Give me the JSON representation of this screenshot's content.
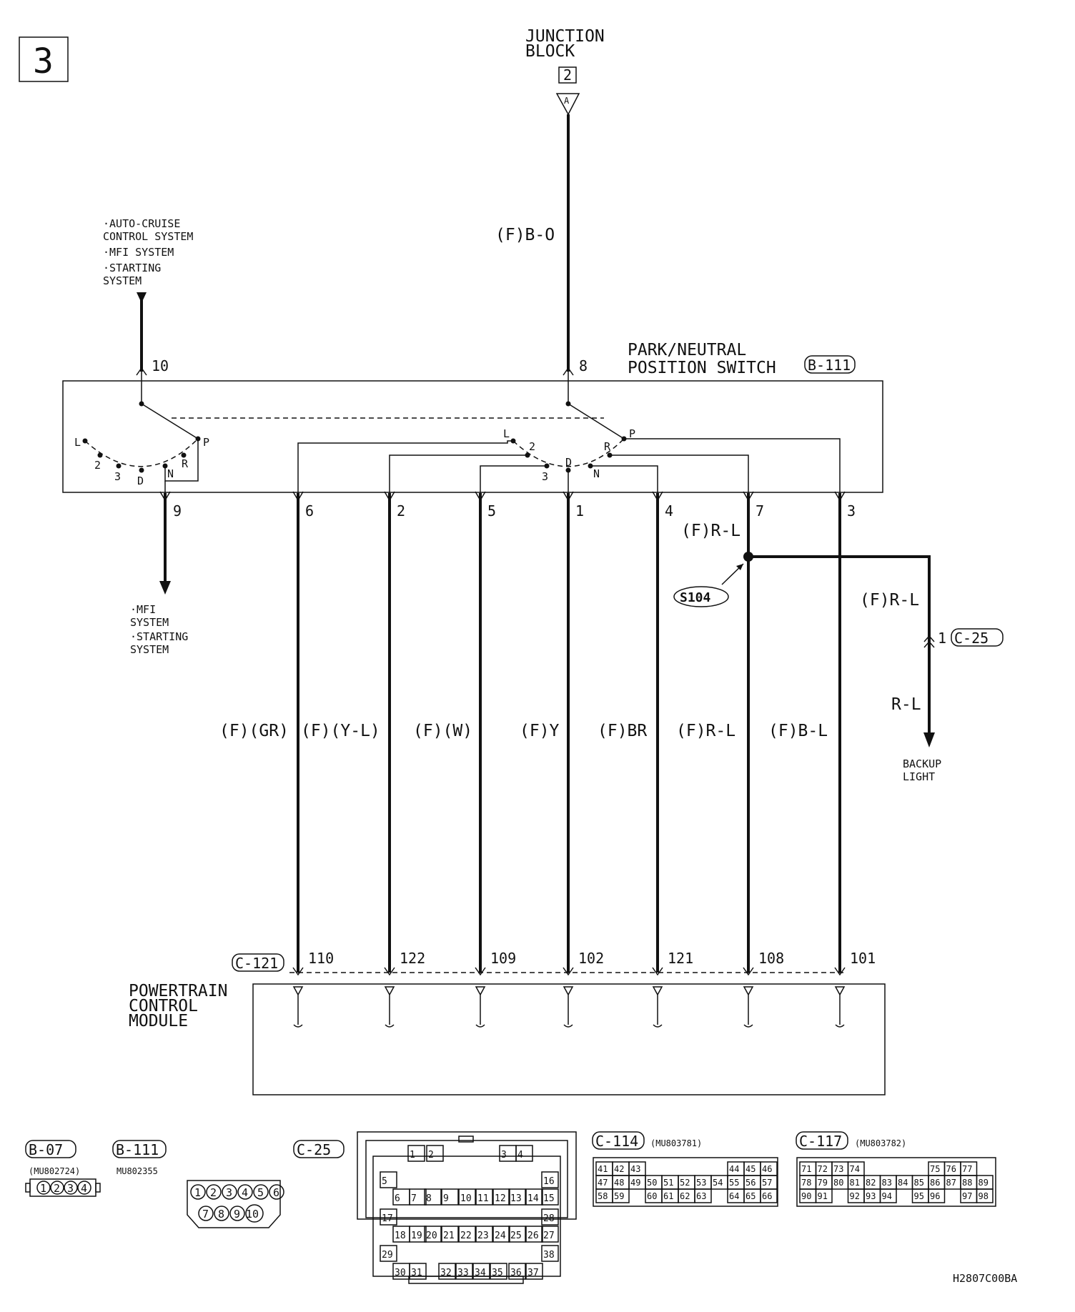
{
  "page_number": "3",
  "junction_block": {
    "title_line1": "JUNCTION",
    "title_line2": "BLOCK",
    "number": "2",
    "terminal": "A",
    "wire": "(F)B-O"
  },
  "top_left_feed": {
    "lines": [
      "·AUTO-CRUISE",
      " CONTROL SYSTEM",
      "·MFI SYSTEM",
      "·STARTING",
      " SYSTEM"
    ]
  },
  "switch": {
    "title_line1": "PARK/NEUTRAL",
    "title_line2": "POSITION SWITCH",
    "connector": "B-111",
    "left_positions": [
      "L",
      "2",
      "3",
      "D",
      "N",
      "R",
      "P"
    ],
    "right_positions": [
      "L",
      "2",
      "3",
      "D",
      "N",
      "R",
      "P"
    ]
  },
  "terminals": {
    "top_left": "10",
    "top_right": "8",
    "bottom_left": "9"
  },
  "bottom_left_feed": {
    "lines": [
      "·MFI",
      " SYSTEM",
      "·STARTING",
      " SYSTEM"
    ]
  },
  "wires": [
    {
      "pin": "6",
      "color": "(F)(GR)",
      "pcm_pin": "110"
    },
    {
      "pin": "2",
      "color": "(F)(Y-L)",
      "pcm_pin": "122"
    },
    {
      "pin": "5",
      "color": "(F)(W)",
      "pcm_pin": "109"
    },
    {
      "pin": "1",
      "color": "(F)Y",
      "pcm_pin": "102"
    },
    {
      "pin": "4",
      "color": "(F)BR",
      "pcm_pin": "121"
    },
    {
      "pin": "7",
      "color": "(F)R-L",
      "pcm_pin": "108"
    },
    {
      "pin": "3",
      "color": "(F)B-L",
      "pcm_pin": "101"
    }
  ],
  "splice": {
    "id": "S104",
    "upper_wire": "(F)R-L",
    "branch_wire": "(F)R-L",
    "branch_pin": "1",
    "branch_connector": "C-25",
    "lower_wire": "R-L",
    "destination_line1": "BACKUP",
    "destination_line2": "LIGHT"
  },
  "pcm": {
    "connector": "C-121",
    "name_lines": [
      "POWERTRAIN",
      "CONTROL",
      "MODULE"
    ]
  },
  "connectors": {
    "b07": {
      "id": "B-07",
      "part": "(MU802724)",
      "pins": [
        "1",
        "2",
        "3",
        "4"
      ]
    },
    "b111": {
      "id": "B-111",
      "part": "MU802355",
      "pins_top": [
        "1",
        "2",
        "3",
        "4",
        "5",
        "6"
      ],
      "pins_bottom": [
        "7",
        "8",
        "9",
        "10"
      ]
    },
    "c25": {
      "id": "C-25",
      "rows": [
        [
          "1",
          "2",
          "3",
          "4"
        ],
        [
          "5",
          "16"
        ],
        [
          "6",
          "7",
          "8",
          "9",
          "10",
          "11",
          "12",
          "13",
          "14",
          "15"
        ],
        [
          "17",
          "28"
        ],
        [
          "18",
          "19",
          "20",
          "21",
          "22",
          "23",
          "24",
          "25",
          "26",
          "27"
        ],
        [
          "29",
          "38"
        ],
        [
          "30",
          "31",
          "32",
          "33",
          "34",
          "35",
          "36",
          "37"
        ]
      ]
    },
    "c114": {
      "id": "C-114",
      "part": "(MU803781)",
      "rows": [
        [
          "41",
          "42",
          "43",
          "",
          "",
          "",
          "",
          "",
          "44",
          "45",
          "46"
        ],
        [
          "47",
          "48",
          "49",
          "50",
          "51",
          "52",
          "53",
          "54",
          "55",
          "56",
          "57"
        ],
        [
          "58",
          "59",
          "",
          "60",
          "61",
          "62",
          "63",
          "",
          "64",
          "65",
          "66"
        ]
      ]
    },
    "c117": {
      "id": "C-117",
      "part": "(MU803782)",
      "rows": [
        [
          "71",
          "72",
          "73",
          "74",
          "",
          "",
          "",
          "",
          "75",
          "76",
          "77"
        ],
        [
          "78",
          "79",
          "80",
          "81",
          "82",
          "83",
          "84",
          "85",
          "86",
          "87",
          "88",
          "89"
        ],
        [
          "90",
          "91",
          "",
          "92",
          "93",
          "94",
          "",
          "95",
          "96",
          "",
          "97",
          "98"
        ]
      ]
    }
  },
  "figure_code": "H2807C00BA"
}
